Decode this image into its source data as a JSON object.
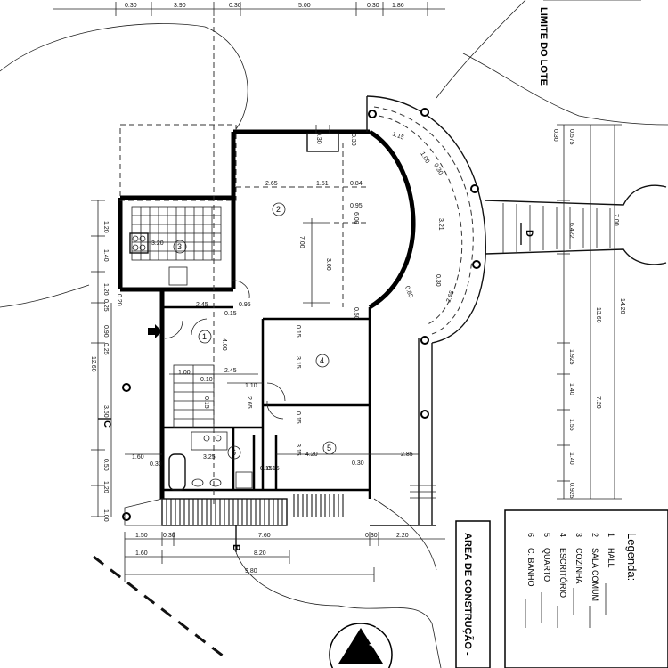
{
  "lot_limit": "LIMITE DO LOTE",
  "area_label": "AREA DE CONSTRUÇÃO -",
  "north_label": "NORTE",
  "legend": {
    "title": "Legenda:",
    "items": [
      {
        "num": "1",
        "name": "HALL"
      },
      {
        "num": "2",
        "name": "SALA COMUM"
      },
      {
        "num": "3",
        "name": "COZINHA"
      },
      {
        "num": "4",
        "name": "ESCRITÓRIO"
      },
      {
        "num": "5",
        "name": "QUARTO"
      },
      {
        "num": "6",
        "name": "C. BANHO"
      }
    ]
  },
  "rooms": [
    "1",
    "2",
    "3",
    "4",
    "5",
    "6"
  ],
  "section_marks": [
    "B",
    "C",
    "D"
  ],
  "dims_top": [
    "0.30",
    "3.90",
    "0.30",
    "5.00",
    "0.30",
    "1.86"
  ],
  "dims_bottom": [
    "1.50",
    "0.30",
    "7.60",
    "0.30",
    "2.20",
    "1.60",
    "8.20",
    "9.80"
  ],
  "dims_left": [
    "1.20",
    "1.40",
    "1.20",
    "0.25",
    "0.90",
    "0.25",
    "0.20",
    "12.60",
    "3.60",
    "0.50",
    "1.20",
    "1.00"
  ],
  "dims_right": [
    "0.30",
    "0.575",
    "7.00",
    "6.422",
    "13.60",
    "14.20",
    "1.925",
    "7.20",
    "1.40",
    "1.55",
    "1.40",
    "0.925"
  ],
  "dims_inner": [
    "2.65",
    "1.51",
    "0.84",
    "1.15",
    "1.00",
    "0.30",
    "0.95",
    "6.00",
    "3.21",
    "7.00",
    "3.00",
    "0.30",
    "0.85",
    "2.65",
    "0.50",
    "2.45",
    "0.95",
    "0.15",
    "4.00",
    "0.15",
    "0.15",
    "3.15",
    "1.00",
    "0.10",
    "2.45",
    "1.10",
    "2.65",
    "0.15",
    "0.15",
    "3.15",
    "4.20",
    "0.30",
    "2.85",
    "1.60",
    "0.30",
    "3.25",
    "0.15",
    "0.30"
  ],
  "appliances": [
    "0.30",
    "3.20"
  ]
}
